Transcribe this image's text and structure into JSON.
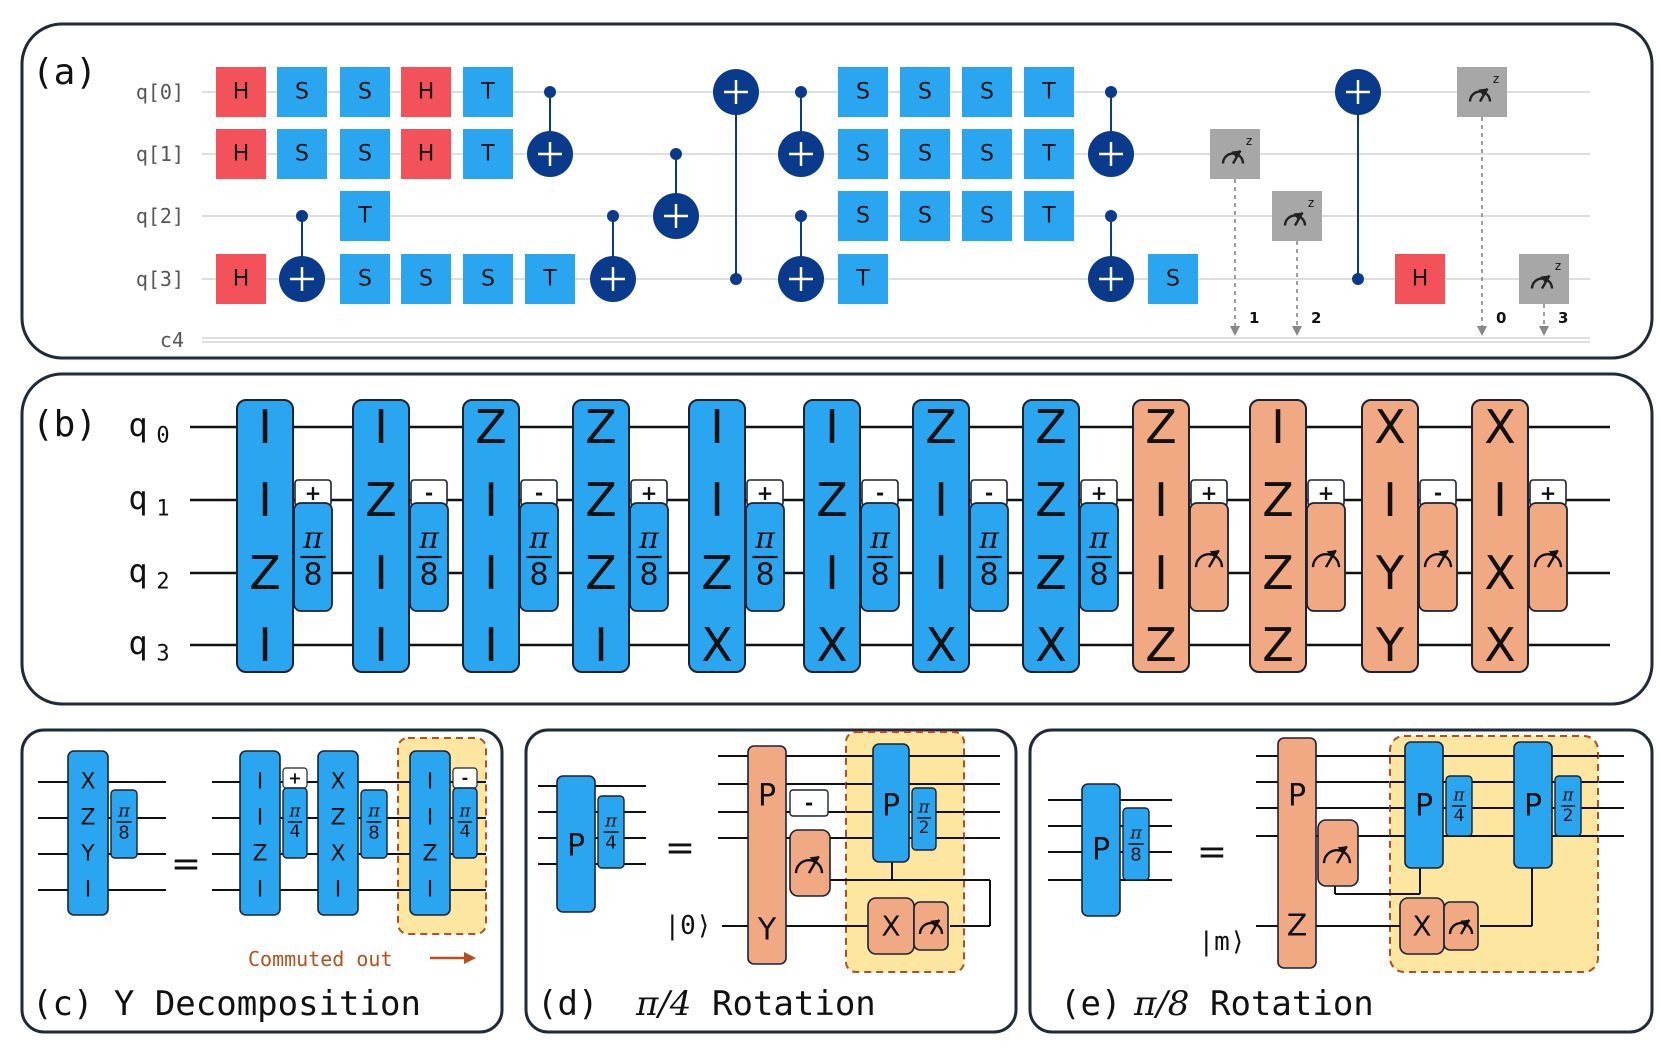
{
  "panel_a": {
    "label": "(a)",
    "qubits": [
      "q[0]",
      "q[1]",
      "q[2]",
      "q[3]"
    ],
    "classical": "c4",
    "gates": [
      {
        "q": 0,
        "col": 0,
        "t": "H",
        "c": "red"
      },
      {
        "q": 1,
        "col": 0,
        "t": "H",
        "c": "red"
      },
      {
        "q": 3,
        "col": 0,
        "t": "H",
        "c": "red"
      },
      {
        "q": 0,
        "col": 1,
        "t": "S",
        "c": "blue"
      },
      {
        "q": 1,
        "col": 1,
        "t": "S",
        "c": "blue"
      },
      {
        "q": 0,
        "col": 2,
        "t": "S",
        "c": "blue"
      },
      {
        "q": 1,
        "col": 2,
        "t": "S",
        "c": "blue"
      },
      {
        "q": 2,
        "col": 2,
        "t": "T",
        "c": "blue"
      },
      {
        "q": 3,
        "col": 2,
        "t": "S",
        "c": "blue"
      },
      {
        "q": 0,
        "col": 3,
        "t": "H",
        "c": "red"
      },
      {
        "q": 1,
        "col": 3,
        "t": "H",
        "c": "red"
      },
      {
        "q": 3,
        "col": 3,
        "t": "S",
        "c": "blue"
      },
      {
        "q": 0,
        "col": 4,
        "t": "T",
        "c": "blue"
      },
      {
        "q": 1,
        "col": 4,
        "t": "T",
        "c": "blue"
      },
      {
        "q": 3,
        "col": 4,
        "t": "S",
        "c": "blue"
      },
      {
        "q": 3,
        "col": 5,
        "t": "T",
        "c": "blue"
      },
      {
        "q": 0,
        "col": 10,
        "t": "S",
        "c": "blue"
      },
      {
        "q": 1,
        "col": 10,
        "t": "S",
        "c": "blue"
      },
      {
        "q": 2,
        "col": 10,
        "t": "S",
        "c": "blue"
      },
      {
        "q": 3,
        "col": 10,
        "t": "T",
        "c": "blue"
      },
      {
        "q": 0,
        "col": 11,
        "t": "S",
        "c": "blue"
      },
      {
        "q": 1,
        "col": 11,
        "t": "S",
        "c": "blue"
      },
      {
        "q": 2,
        "col": 11,
        "t": "S",
        "c": "blue"
      },
      {
        "q": 0,
        "col": 12,
        "t": "S",
        "c": "blue"
      },
      {
        "q": 1,
        "col": 12,
        "t": "S",
        "c": "blue"
      },
      {
        "q": 2,
        "col": 12,
        "t": "S",
        "c": "blue"
      },
      {
        "q": 0,
        "col": 13,
        "t": "T",
        "c": "blue"
      },
      {
        "q": 1,
        "col": 13,
        "t": "T",
        "c": "blue"
      },
      {
        "q": 2,
        "col": 13,
        "t": "T",
        "c": "blue"
      },
      {
        "q": 3,
        "col": 15,
        "t": "S",
        "c": "blue"
      },
      {
        "q": 3,
        "col": 19,
        "t": "H",
        "c": "red"
      }
    ],
    "cnots": [
      {
        "ctrl": 2,
        "tgt": 3,
        "col": 1
      },
      {
        "ctrl": 0,
        "tgt": 1,
        "col": 5
      },
      {
        "ctrl": 2,
        "tgt": 3,
        "col": 6
      },
      {
        "ctrl": 1,
        "tgt": 2,
        "col": 7
      },
      {
        "ctrl": 3,
        "tgt": 0,
        "col": 8
      },
      {
        "ctrl": 0,
        "tgt": 1,
        "col": 9
      },
      {
        "ctrl": 2,
        "tgt": 3,
        "col": 9
      },
      {
        "ctrl": 0,
        "tgt": 1,
        "col": 14
      },
      {
        "ctrl": 2,
        "tgt": 3,
        "col": 14
      },
      {
        "ctrl": 3,
        "tgt": 0,
        "col": 18
      }
    ],
    "measures": [
      {
        "q": 1,
        "col": 16,
        "bit": "1"
      },
      {
        "q": 2,
        "col": 17,
        "bit": "2"
      },
      {
        "q": 0,
        "col": 20,
        "bit": "0"
      },
      {
        "q": 3,
        "col": 21,
        "bit": "3"
      }
    ],
    "meter_label": "z"
  },
  "panel_b": {
    "label": "(b)",
    "qubits": [
      "q",
      "q",
      "q",
      "q"
    ],
    "subscripts": [
      "0",
      "1",
      "2",
      "3"
    ],
    "rotations": [
      {
        "ops": [
          "I",
          "I",
          "Z",
          "I"
        ],
        "sign": "+",
        "kind": "pi8",
        "c": "blue"
      },
      {
        "ops": [
          "I",
          "Z",
          "I",
          "I"
        ],
        "sign": "-",
        "kind": "pi8",
        "c": "blue"
      },
      {
        "ops": [
          "Z",
          "I",
          "I",
          "I"
        ],
        "sign": "-",
        "kind": "pi8",
        "c": "blue"
      },
      {
        "ops": [
          "Z",
          "Z",
          "Z",
          "I"
        ],
        "sign": "+",
        "kind": "pi8",
        "c": "blue"
      },
      {
        "ops": [
          "I",
          "I",
          "Z",
          "X"
        ],
        "sign": "+",
        "kind": "pi8",
        "c": "blue"
      },
      {
        "ops": [
          "I",
          "Z",
          "I",
          "X"
        ],
        "sign": "-",
        "kind": "pi8",
        "c": "blue"
      },
      {
        "ops": [
          "Z",
          "I",
          "I",
          "X"
        ],
        "sign": "-",
        "kind": "pi8",
        "c": "blue"
      },
      {
        "ops": [
          "Z",
          "Z",
          "Z",
          "X"
        ],
        "sign": "+",
        "kind": "pi8",
        "c": "blue"
      },
      {
        "ops": [
          "Z",
          "I",
          "I",
          "Z"
        ],
        "sign": "+",
        "kind": "meas",
        "c": "orange"
      },
      {
        "ops": [
          "I",
          "Z",
          "Z",
          "Z"
        ],
        "sign": "+",
        "kind": "meas",
        "c": "orange"
      },
      {
        "ops": [
          "X",
          "I",
          "Y",
          "Y"
        ],
        "sign": "-",
        "kind": "meas",
        "c": "orange"
      },
      {
        "ops": [
          "X",
          "I",
          "X",
          "X"
        ],
        "sign": "+",
        "kind": "meas",
        "c": "orange"
      }
    ],
    "pi": "π",
    "eight": "8"
  },
  "panel_c": {
    "label": "(c) Y Decomposition",
    "left_ops": [
      "X",
      "Z",
      "Y",
      "I"
    ],
    "equals": "=",
    "mid_ops_1": [
      "I",
      "I",
      "Z",
      "I"
    ],
    "mid_sign_1": "+",
    "mid_ops_2": [
      "X",
      "Z",
      "X",
      "I"
    ],
    "mid_ops_3": [
      "I",
      "I",
      "Z",
      "I"
    ],
    "mid_sign_3": "-",
    "commuted": "Commuted out",
    "pi": "π",
    "four": "4",
    "eight": "8"
  },
  "panel_d": {
    "label": "(d)",
    "title_math": "π/4",
    "title_word": "Rotation",
    "P": "P",
    "Y": "Y",
    "X": "X",
    "sign": "-",
    "equals": "=",
    "ket": "|0⟩",
    "pi": "π",
    "four": "4",
    "two": "2"
  },
  "panel_e": {
    "label": "(e)",
    "title_math": "π/8",
    "title_word": "Rotation",
    "P": "P",
    "Z": "Z",
    "X": "X",
    "equals": "=",
    "ket": "|m⟩",
    "pi": "π",
    "eight": "8",
    "four": "4",
    "two": "2"
  },
  "colors": {
    "blue": "#2aa6f0",
    "red": "#f4525a",
    "orange": "#f1a983",
    "navy": "#0a3a8c",
    "gray": "#a7a7a7",
    "yellow": "#fde6a0",
    "dashed": "#b5501e"
  }
}
